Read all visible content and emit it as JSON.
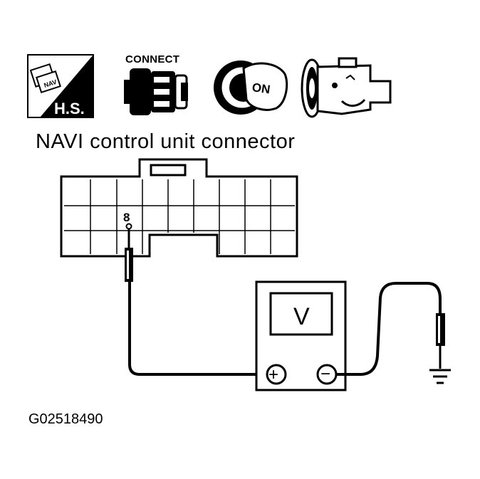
{
  "header_icons": {
    "harness_side_label": "H.S.",
    "connect_label": "CONNECT",
    "ignition_label": "ON"
  },
  "title": "NAVI control unit connector",
  "connector": {
    "terminal_number": "8"
  },
  "meter": {
    "display": "V",
    "positive": "+",
    "negative": "−"
  },
  "figure_id": "G02518490"
}
